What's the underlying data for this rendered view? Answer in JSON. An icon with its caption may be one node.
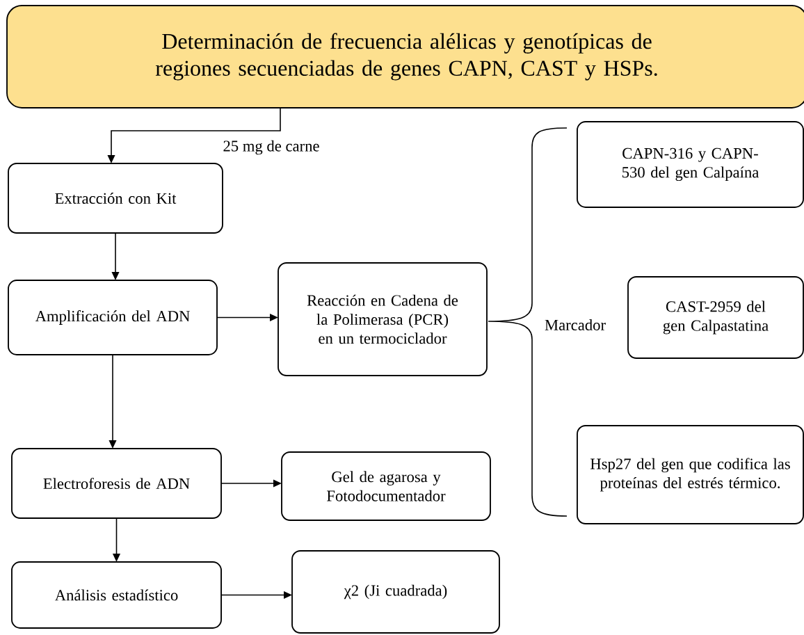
{
  "diagram": {
    "nodes": [
      {
        "text": [
          "Determinación de frecuencia alélicas y genotípicas de regiones secuenciadas de genes CAPN, CAST y HSPs."
        ]
      },
      {
        "text": [
          "Extracción con Kit"
        ]
      },
      {
        "text": [
          "Amplificación del ADN"
        ]
      },
      {
        "text": [
          "Reacción en Cadena de la Polimerasa (PCR) en un termociclador"
        ]
      },
      {
        "text": [
          "CAPN-316 y CAPN-530 del gen Calpaína"
        ]
      },
      {
        "text": [
          "CAST-2959 del gen Calpastatina"
        ]
      },
      {
        "text": [
          "Hsp27 del gen que codifica las proteínas del estrés térmico."
        ]
      },
      {
        "text": [
          "Electroforesis de ADN"
        ]
      },
      {
        "text": [
          "Gel de agarosa y Fotodocumentador"
        ]
      },
      {
        "text": [
          "Análisis estadístico"
        ]
      },
      {
        "text": [
          "χ2 (Ji cuadrada)"
        ]
      }
    ],
    "edges": [
      {
        "from": 0,
        "to": 1,
        "arrow": "to",
        "label": "25 mg de carne"
      },
      {
        "from": 1,
        "to": 2,
        "arrow": "to"
      },
      {
        "from": 2,
        "to": 3,
        "arrow": "to"
      },
      {
        "from": 2,
        "to": 7,
        "arrow": "to"
      },
      {
        "from": 7,
        "to": 8,
        "arrow": "to"
      },
      {
        "from": 7,
        "to": 9,
        "arrow": "to"
      },
      {
        "from": 9,
        "to": 10,
        "arrow": "to"
      }
    ],
    "labels": [
      "Marcador"
    ]
  }
}
